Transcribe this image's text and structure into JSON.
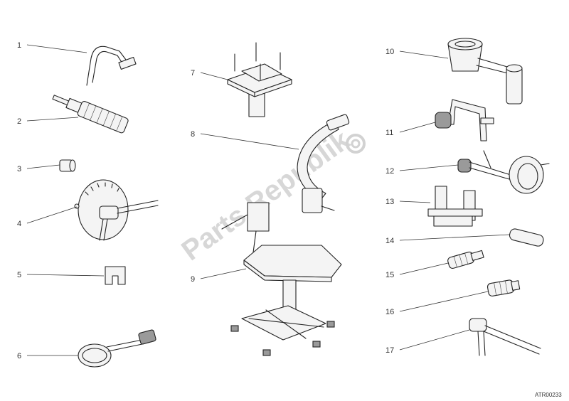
{
  "labels": [
    "1",
    "2",
    "3",
    "4",
    "5",
    "6",
    "7",
    "8",
    "9",
    "10",
    "11",
    "12",
    "13",
    "14",
    "15",
    "16",
    "17"
  ],
  "watermark": "Parts Republik",
  "drawing_code": "ATR00233"
}
